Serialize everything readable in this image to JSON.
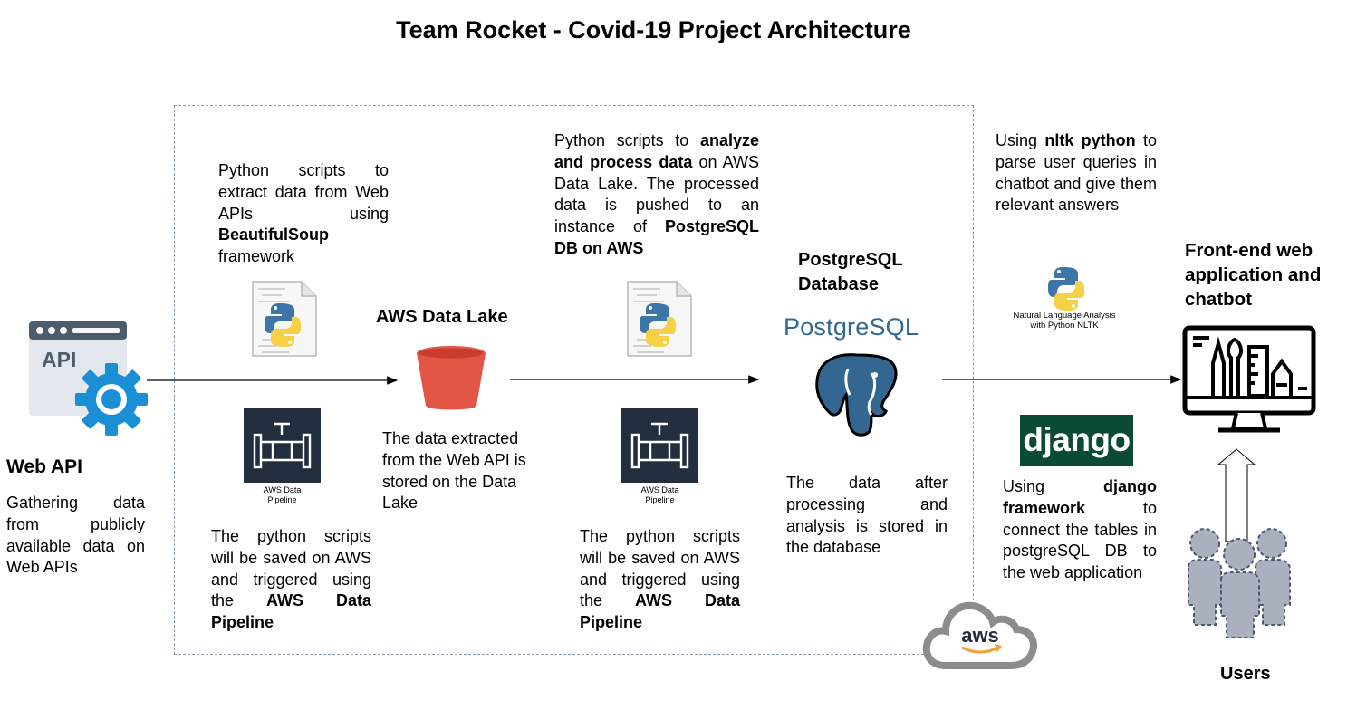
{
  "title": "Team Rocket - Covid-19 Project Architecture",
  "web_api": {
    "icon_text": "API",
    "heading": "Web API",
    "description": "Gathering data from publicly available data on Web APIs"
  },
  "extract": {
    "text_pre": "Python scripts to extract data from Web APIs using ",
    "text_bold": "BeautifulSoup",
    "text_post": " framework"
  },
  "pipeline1": {
    "icon_label_line1": "AWS Data",
    "icon_label_line2": "Pipeline",
    "text_pre": "The python scripts will be saved on AWS and triggered using the ",
    "text_bold": "AWS Data Pipeline"
  },
  "data_lake": {
    "heading": "AWS Data Lake",
    "description": "The data extracted from the Web API is stored on the Data Lake"
  },
  "process": {
    "text_pre": "Python scripts to ",
    "text_bold1": "analyze and process data",
    "text_mid": " on AWS Data Lake. The processed data is pushed to an instance of ",
    "text_bold2": "PostgreSQL DB on AWS"
  },
  "pipeline2": {
    "icon_label_line1": "AWS Data",
    "icon_label_line2": "Pipeline",
    "text_pre": "The python scripts will be saved on AWS and triggered using the ",
    "text_bold": "AWS Data Pipeline"
  },
  "postgres": {
    "heading_line1": "PostgreSQL",
    "heading_line2": "Database",
    "logo_text": "PostgreSQL",
    "description": "The data after processing and analysis is stored in the database"
  },
  "nltk": {
    "text_pre": "Using ",
    "text_bold": "nltk python",
    "text_post": " to parse user queries in chatbot and give them relevant answers",
    "logo_label_line1": "Natural Language Analysis",
    "logo_label_line2": "with Python NLTK"
  },
  "django": {
    "logo_text": "django",
    "text_pre": "Using ",
    "text_bold": "django framework",
    "text_post": " to connect the tables in postgreSQL DB to the web application"
  },
  "frontend": {
    "heading": "Front-end web application and chatbot"
  },
  "aws_cloud": {
    "logo_text": "aws"
  },
  "users": {
    "label": "Users"
  },
  "colors": {
    "bucket_red": "#e25444",
    "pipeline_dark": "#232f3e",
    "python_blue": "#3d75a8",
    "python_yellow": "#f6d046",
    "postgres_blue": "#336791",
    "django_green": "#0c4b33",
    "gear_blue": "#1a8fd6",
    "users_gray": "#aab0bd"
  }
}
